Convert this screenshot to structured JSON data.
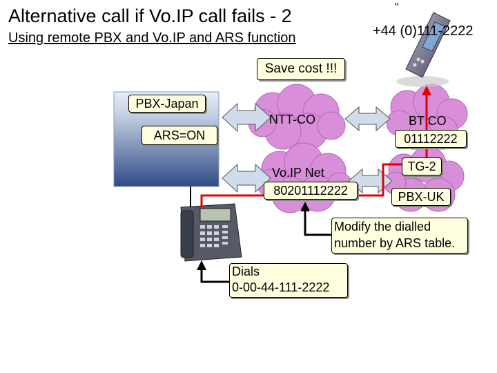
{
  "title": "Alternative call if Vo.IP call fails - 2",
  "subtitle": "Using remote PBX and Vo.IP and ARS function",
  "quote_mark": "“",
  "phone_number": "+44 (0)111-2222",
  "save_cost": "Save cost !!!",
  "pbx_japan": "PBX-Japan",
  "ars_on": "ARS=ON",
  "ntt_co": "NTT-CO",
  "bt_co": "BT CO",
  "bt_number": "01112222",
  "voip_net": "Vo.IP Net",
  "voip_number": "80201112222",
  "tg2": "TG-2",
  "pbx_uk": "PBX-UK",
  "modify_note": [
    "Modify the dialled",
    "number by ARS table."
  ],
  "dials": [
    "Dials",
    "0-00-44-111-2222"
  ],
  "colors": {
    "cloud": "#d88ed8",
    "pbx_panel": "#b9c6dc",
    "path": "#e00000",
    "arrow_fill": "#d0dcec",
    "label_bg": "#ffffe0"
  }
}
